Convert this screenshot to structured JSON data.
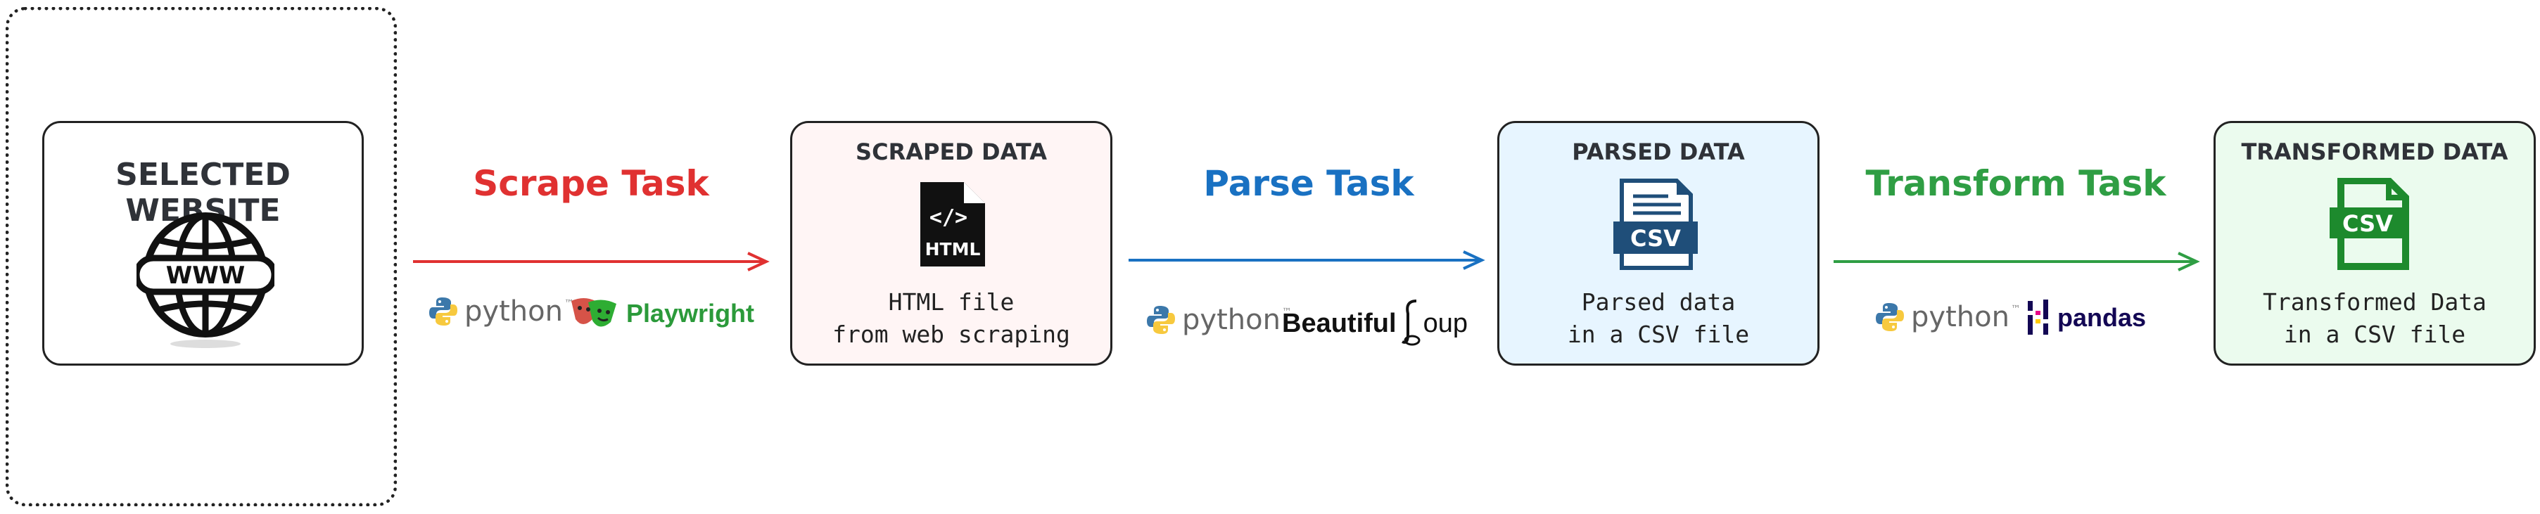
{
  "nodes": {
    "selected_website": {
      "title": "SELECTED WEBSITE",
      "icon": "globe-www-icon",
      "icon_text": "WWW"
    },
    "scraped_data": {
      "title": "SCRAPED DATA",
      "icon": "html-file-icon",
      "icon_text": "HTML",
      "icon_tag": "</>",
      "line1": "HTML file",
      "line2": "from web scraping"
    },
    "parsed_data": {
      "title": "PARSED DATA",
      "icon": "csv-file-icon",
      "icon_text": "CSV",
      "line1": "Parsed data",
      "line2": "in a CSV file"
    },
    "transformed_data": {
      "title": "TRANSFORMED DATA",
      "icon": "csv-file-green-icon",
      "icon_text": "CSV",
      "line1": "Transformed Data",
      "line2": "in a CSV file"
    }
  },
  "tasks": {
    "scrape": {
      "label": "Scrape Task",
      "color": "#e03131",
      "libs": [
        "python",
        "Playwright"
      ]
    },
    "parse": {
      "label": "Parse Task",
      "color": "#1971c2",
      "libs": [
        "python",
        "Beautiful",
        "oup"
      ]
    },
    "transform": {
      "label": "Transform Task",
      "color": "#2f9e44",
      "libs": [
        "python",
        "pandas"
      ]
    }
  },
  "logos": {
    "python_tm": "™"
  },
  "colors": {
    "scraped_fill": "#fff5f5",
    "parsed_fill": "#e7f5ff",
    "transformed_fill": "#ebfbee",
    "csv_blue": "#1f4e79",
    "csv_green": "#1d8a2d",
    "playwright_green": "#2b9a3a",
    "pandas_navy": "#130754"
  }
}
